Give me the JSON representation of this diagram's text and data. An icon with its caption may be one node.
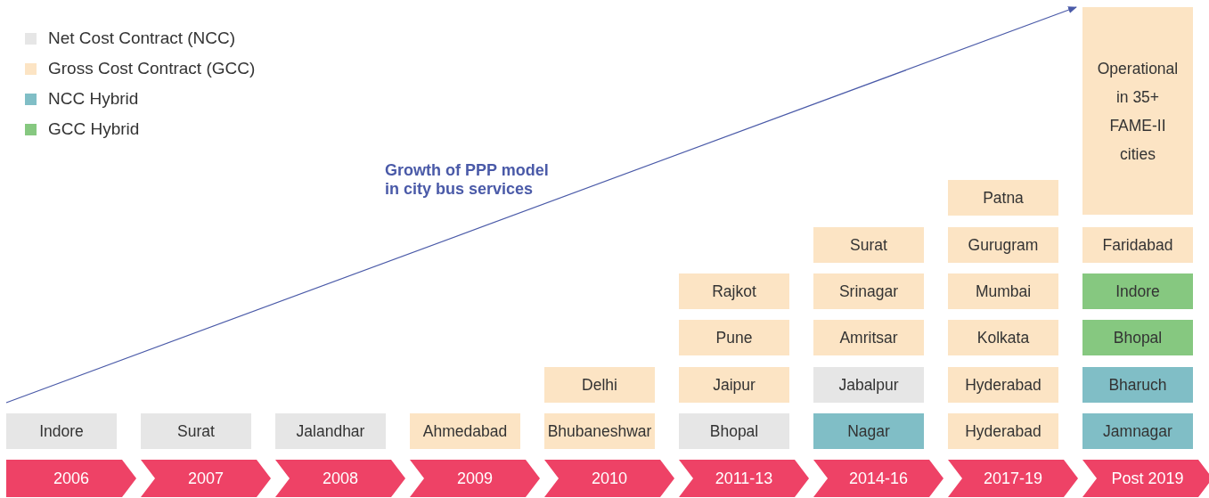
{
  "diagram": {
    "nodes": [
      {
        "text": [
          "Indore"
        ]
      },
      {
        "text": [
          "2006"
        ]
      },
      {
        "text": [
          "Surat"
        ]
      },
      {
        "text": [
          "2007"
        ]
      },
      {
        "text": [
          "Jalandhar"
        ]
      },
      {
        "text": [
          "2008"
        ]
      },
      {
        "text": [
          "Ahmedabad"
        ]
      },
      {
        "text": [
          "2009"
        ]
      },
      {
        "text": [
          "Delhi"
        ]
      },
      {
        "text": [
          "Bhubaneshwar"
        ]
      },
      {
        "text": [
          "2010"
        ]
      },
      {
        "text": [
          "Rajkot"
        ]
      },
      {
        "text": [
          "Pune"
        ]
      },
      {
        "text": [
          "Jaipur"
        ]
      },
      {
        "text": [
          "Bhopal"
        ]
      },
      {
        "text": [
          "2011-13"
        ]
      },
      {
        "text": [
          "Surat"
        ]
      },
      {
        "text": [
          "Srinagar"
        ]
      },
      {
        "text": [
          "Amritsar"
        ]
      },
      {
        "text": [
          "Jabalpur"
        ]
      },
      {
        "text": [
          "Nagar"
        ]
      },
      {
        "text": [
          "2014-16"
        ]
      },
      {
        "text": [
          "Patna"
        ]
      },
      {
        "text": [
          "Gurugram"
        ]
      },
      {
        "text": [
          "Mumbai"
        ]
      },
      {
        "text": [
          "Kolkata"
        ]
      },
      {
        "text": [
          "Hyderabad"
        ]
      },
      {
        "text": [
          "Hyderabad"
        ]
      },
      {
        "text": [
          "2017-19"
        ]
      },
      {
        "text": [
          "Operational in 35+ FAME-II cities"
        ]
      },
      {
        "text": [
          "Faridabad"
        ]
      },
      {
        "text": [
          "Indore"
        ]
      },
      {
        "text": [
          "Bhopal"
        ]
      },
      {
        "text": [
          "Bharuch"
        ]
      },
      {
        "text": [
          "Jamnagar"
        ]
      },
      {
        "text": [
          "Post 2019"
        ]
      }
    ],
    "labels": [
      "Growth of PPP model in city bus services"
    ],
    "legend": [
      {
        "text": "Net Cost Contract (NCC)",
        "color": "#e6e6e6"
      },
      {
        "text": "Gross Cost Contract (GCC)",
        "color": "#fce4c4"
      },
      {
        "text": "NCC Hybrid",
        "color": "#80bec6"
      },
      {
        "text": "GCC Hybrid",
        "color": "#86c880"
      }
    ]
  }
}
